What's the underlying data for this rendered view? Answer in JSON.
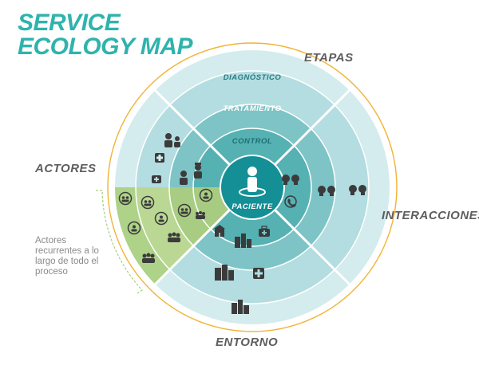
{
  "title": {
    "line1": "SERVICE",
    "line2": "ECOLOGY MAP"
  },
  "labels": {
    "actores": "ACTORES",
    "etapas": "ETAPAS",
    "interacciones": "INTERACCIONES",
    "entorno": "ENTORNO"
  },
  "rings": {
    "diagnostico": "DIAGNÓSTICO",
    "tratamiento": "TRATAMIENTO",
    "control": "CONTROL"
  },
  "center": {
    "label": "PACIENTE"
  },
  "note": "Actores recurrentes a lo largo de todo el proceso",
  "colors": {
    "accent": "#2fb3ad",
    "ring_outer": "#d4ecee",
    "ring_diag": "#b3dde0",
    "ring_trat": "#7ec4c6",
    "ring_ctrl": "#56b1b3",
    "center": "#138f95",
    "highlight": "#a9cf7c",
    "outline": "#f2b335",
    "icon": "#3b3b3b"
  },
  "icons": {
    "actors": [
      "doctor-with-patient-icon",
      "family-icon",
      "hospital-cross-icon",
      "nurse-icon",
      "doctor-icon",
      "first-aid-kit-icon",
      "group-icon"
    ],
    "interactions": [
      "conversation-icon",
      "phone-call-icon"
    ],
    "environment": [
      "hospital-building-icon",
      "medical-bag-icon",
      "city-buildings-icon",
      "cross-sign-icon"
    ],
    "recurrent": [
      "family-icon",
      "person-icon",
      "group-icon"
    ]
  }
}
